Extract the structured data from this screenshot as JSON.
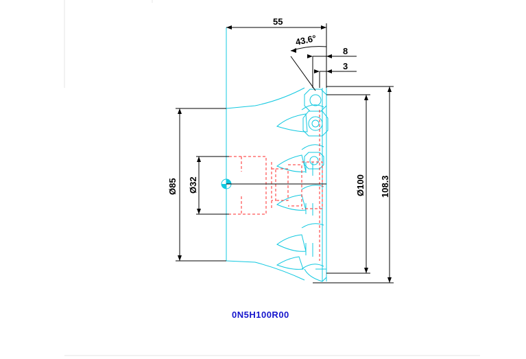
{
  "drawing": {
    "part_number": "0N5H100R00",
    "dimensions": {
      "length": "55",
      "angle": "43.6°",
      "insert_offset_1": "8",
      "insert_offset_2": "3",
      "body_diameter": "Ø85",
      "bore_diameter": "Ø32",
      "cutting_diameter": "Ø100",
      "max_diameter": "108.3"
    },
    "colors": {
      "outline": "#10c8e0",
      "hidden": "#ff2a2a",
      "dimension": "#000000",
      "label": "#1515cc"
    }
  }
}
